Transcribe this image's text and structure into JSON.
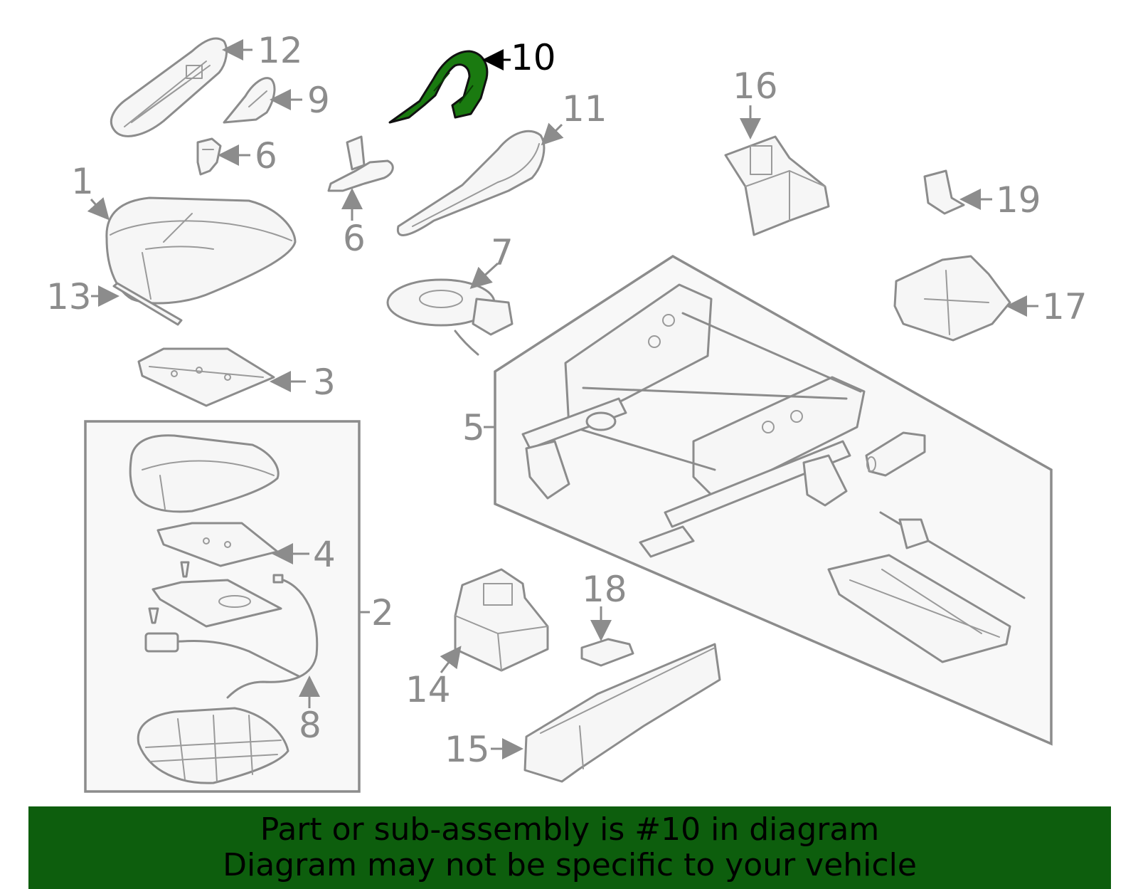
{
  "diagram": {
    "highlight_color": "#1a7a10",
    "line_color": "#8c8c8c",
    "callouts": {
      "c1": "1",
      "c2": "2",
      "c3": "3",
      "c4": "4",
      "c5": "5",
      "c6a": "6",
      "c6b": "6",
      "c7": "7",
      "c8": "8",
      "c9": "9",
      "c10": "10",
      "c11": "11",
      "c12": "12",
      "c13": "13",
      "c14": "14",
      "c15": "15",
      "c16": "16",
      "c17": "17",
      "c18": "18",
      "c19": "19"
    }
  },
  "banner": {
    "background": "#0d5e0d",
    "line1": "Part or sub-assembly is #10 in diagram",
    "line2": "Diagram may not be specific to your vehicle"
  }
}
